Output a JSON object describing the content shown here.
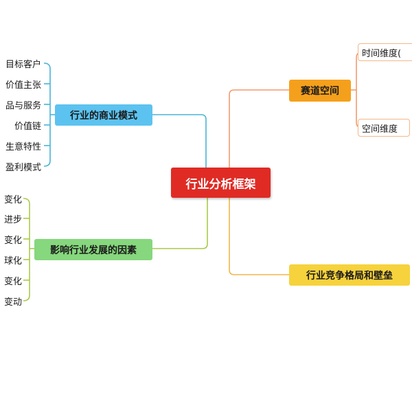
{
  "root": "行业分析框架",
  "left_branches": [
    {
      "label": "行业的商业模式",
      "color": "#5cc3f0",
      "line_color": "#49b3d6",
      "leaves": [
        "目标客户",
        "价值主张",
        "品与服务",
        "价值链",
        "生意特性",
        "盈利模式"
      ]
    },
    {
      "label": "影响行业发展的因素",
      "color": "#86d77d",
      "line_color": "#a8c94a",
      "leaves": [
        "变化",
        "进步",
        "变化",
        "球化",
        "变化",
        "变动"
      ]
    }
  ],
  "right_branches": [
    {
      "label": "赛道空间",
      "color": "#f5a01c",
      "line_color": "#f29a6e",
      "children": [
        "时间维度(",
        "空间维度"
      ]
    },
    {
      "label": "行业竞争格局和壁垒",
      "color": "#f6d23c",
      "line_color": "#f3b648",
      "children": []
    }
  ],
  "root_color": "#e02b25"
}
